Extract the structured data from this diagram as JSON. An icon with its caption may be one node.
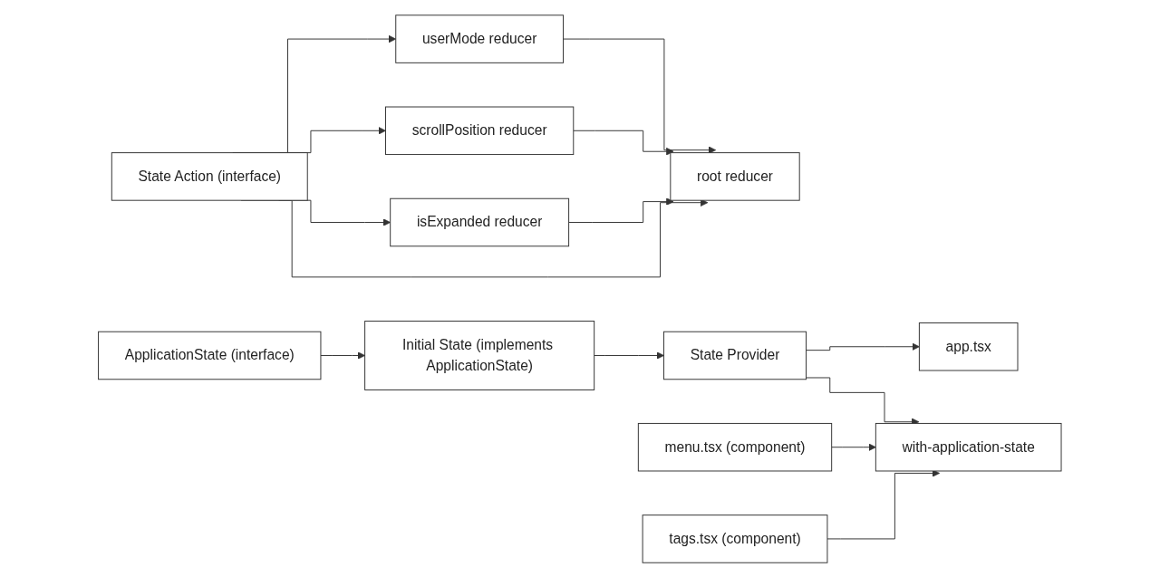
{
  "diagram": {
    "nodes": [
      {
        "text": [
          "ApplicationState (interface)"
        ]
      },
      {
        "text": [
          "Initial State (implements ApplicationState)"
        ]
      },
      {
        "text": [
          "isExpanded reducer"
        ]
      },
      {
        "text": [
          "scrollPosition reducer"
        ]
      },
      {
        "text": [
          "userMode reducer"
        ]
      },
      {
        "text": [
          "State Action (interface)"
        ]
      },
      {
        "text": [
          "root reducer"
        ]
      },
      {
        "text": [
          "State Provider"
        ]
      },
      {
        "text": [
          "with-application-state"
        ]
      },
      {
        "text": [
          "app.tsx"
        ]
      },
      {
        "text": [
          "menu.tsx (component)"
        ]
      },
      {
        "text": [
          "tags.tsx (component)"
        ]
      }
    ],
    "edges": [
      {
        "from": 0,
        "to": 1,
        "arrow": "to"
      },
      {
        "from": 1,
        "to": 7,
        "arrow": "to"
      },
      {
        "from": 2,
        "to": 6,
        "arrow": "to"
      },
      {
        "from": 3,
        "to": 6,
        "arrow": "to"
      },
      {
        "from": 4,
        "to": 6,
        "arrow": "to"
      },
      {
        "from": 5,
        "to": 6,
        "arrow": "to"
      },
      {
        "from": 5,
        "to": 2,
        "arrow": "to"
      },
      {
        "from": 5,
        "to": 3,
        "arrow": "to"
      },
      {
        "from": 5,
        "to": 4,
        "arrow": "to"
      },
      {
        "from": 7,
        "to": 8,
        "arrow": "to"
      },
      {
        "from": 7,
        "to": 9,
        "arrow": "to"
      },
      {
        "from": 10,
        "to": 8,
        "arrow": "to"
      },
      {
        "from": 11,
        "to": 8,
        "arrow": "to"
      }
    ]
  }
}
